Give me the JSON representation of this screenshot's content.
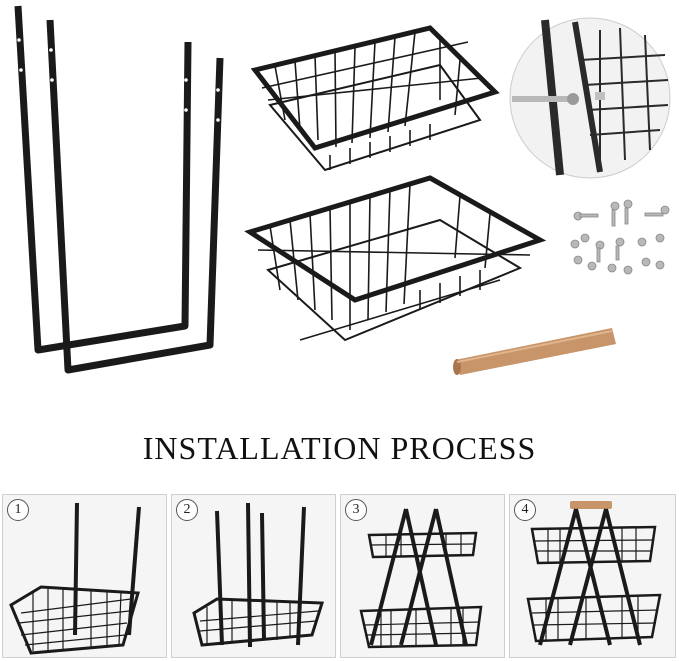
{
  "title": "INSTALLATION PROCESS",
  "steps": [
    {
      "number": "1"
    },
    {
      "number": "2"
    },
    {
      "number": "3"
    },
    {
      "number": "4"
    }
  ],
  "colors": {
    "frame": "#1a1a1a",
    "wood": "#c8946a",
    "screw": "#b8b8b8",
    "background": "#ffffff",
    "panel": "#f5f5f5"
  }
}
